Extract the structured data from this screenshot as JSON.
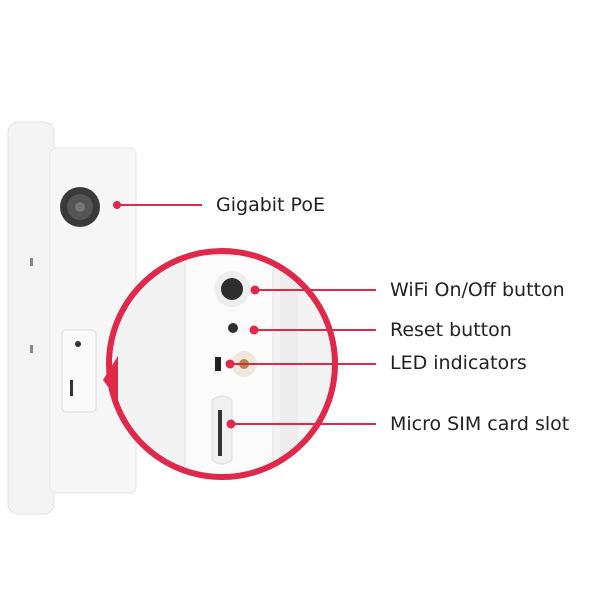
{
  "accent_color": "#e0284a",
  "callouts": [
    {
      "label": "Gigabit PoE"
    },
    {
      "label": "WiFi On/Off button"
    },
    {
      "label": "Reset button"
    },
    {
      "label": "LED indicators"
    },
    {
      "label": "Micro SIM card slot"
    }
  ]
}
